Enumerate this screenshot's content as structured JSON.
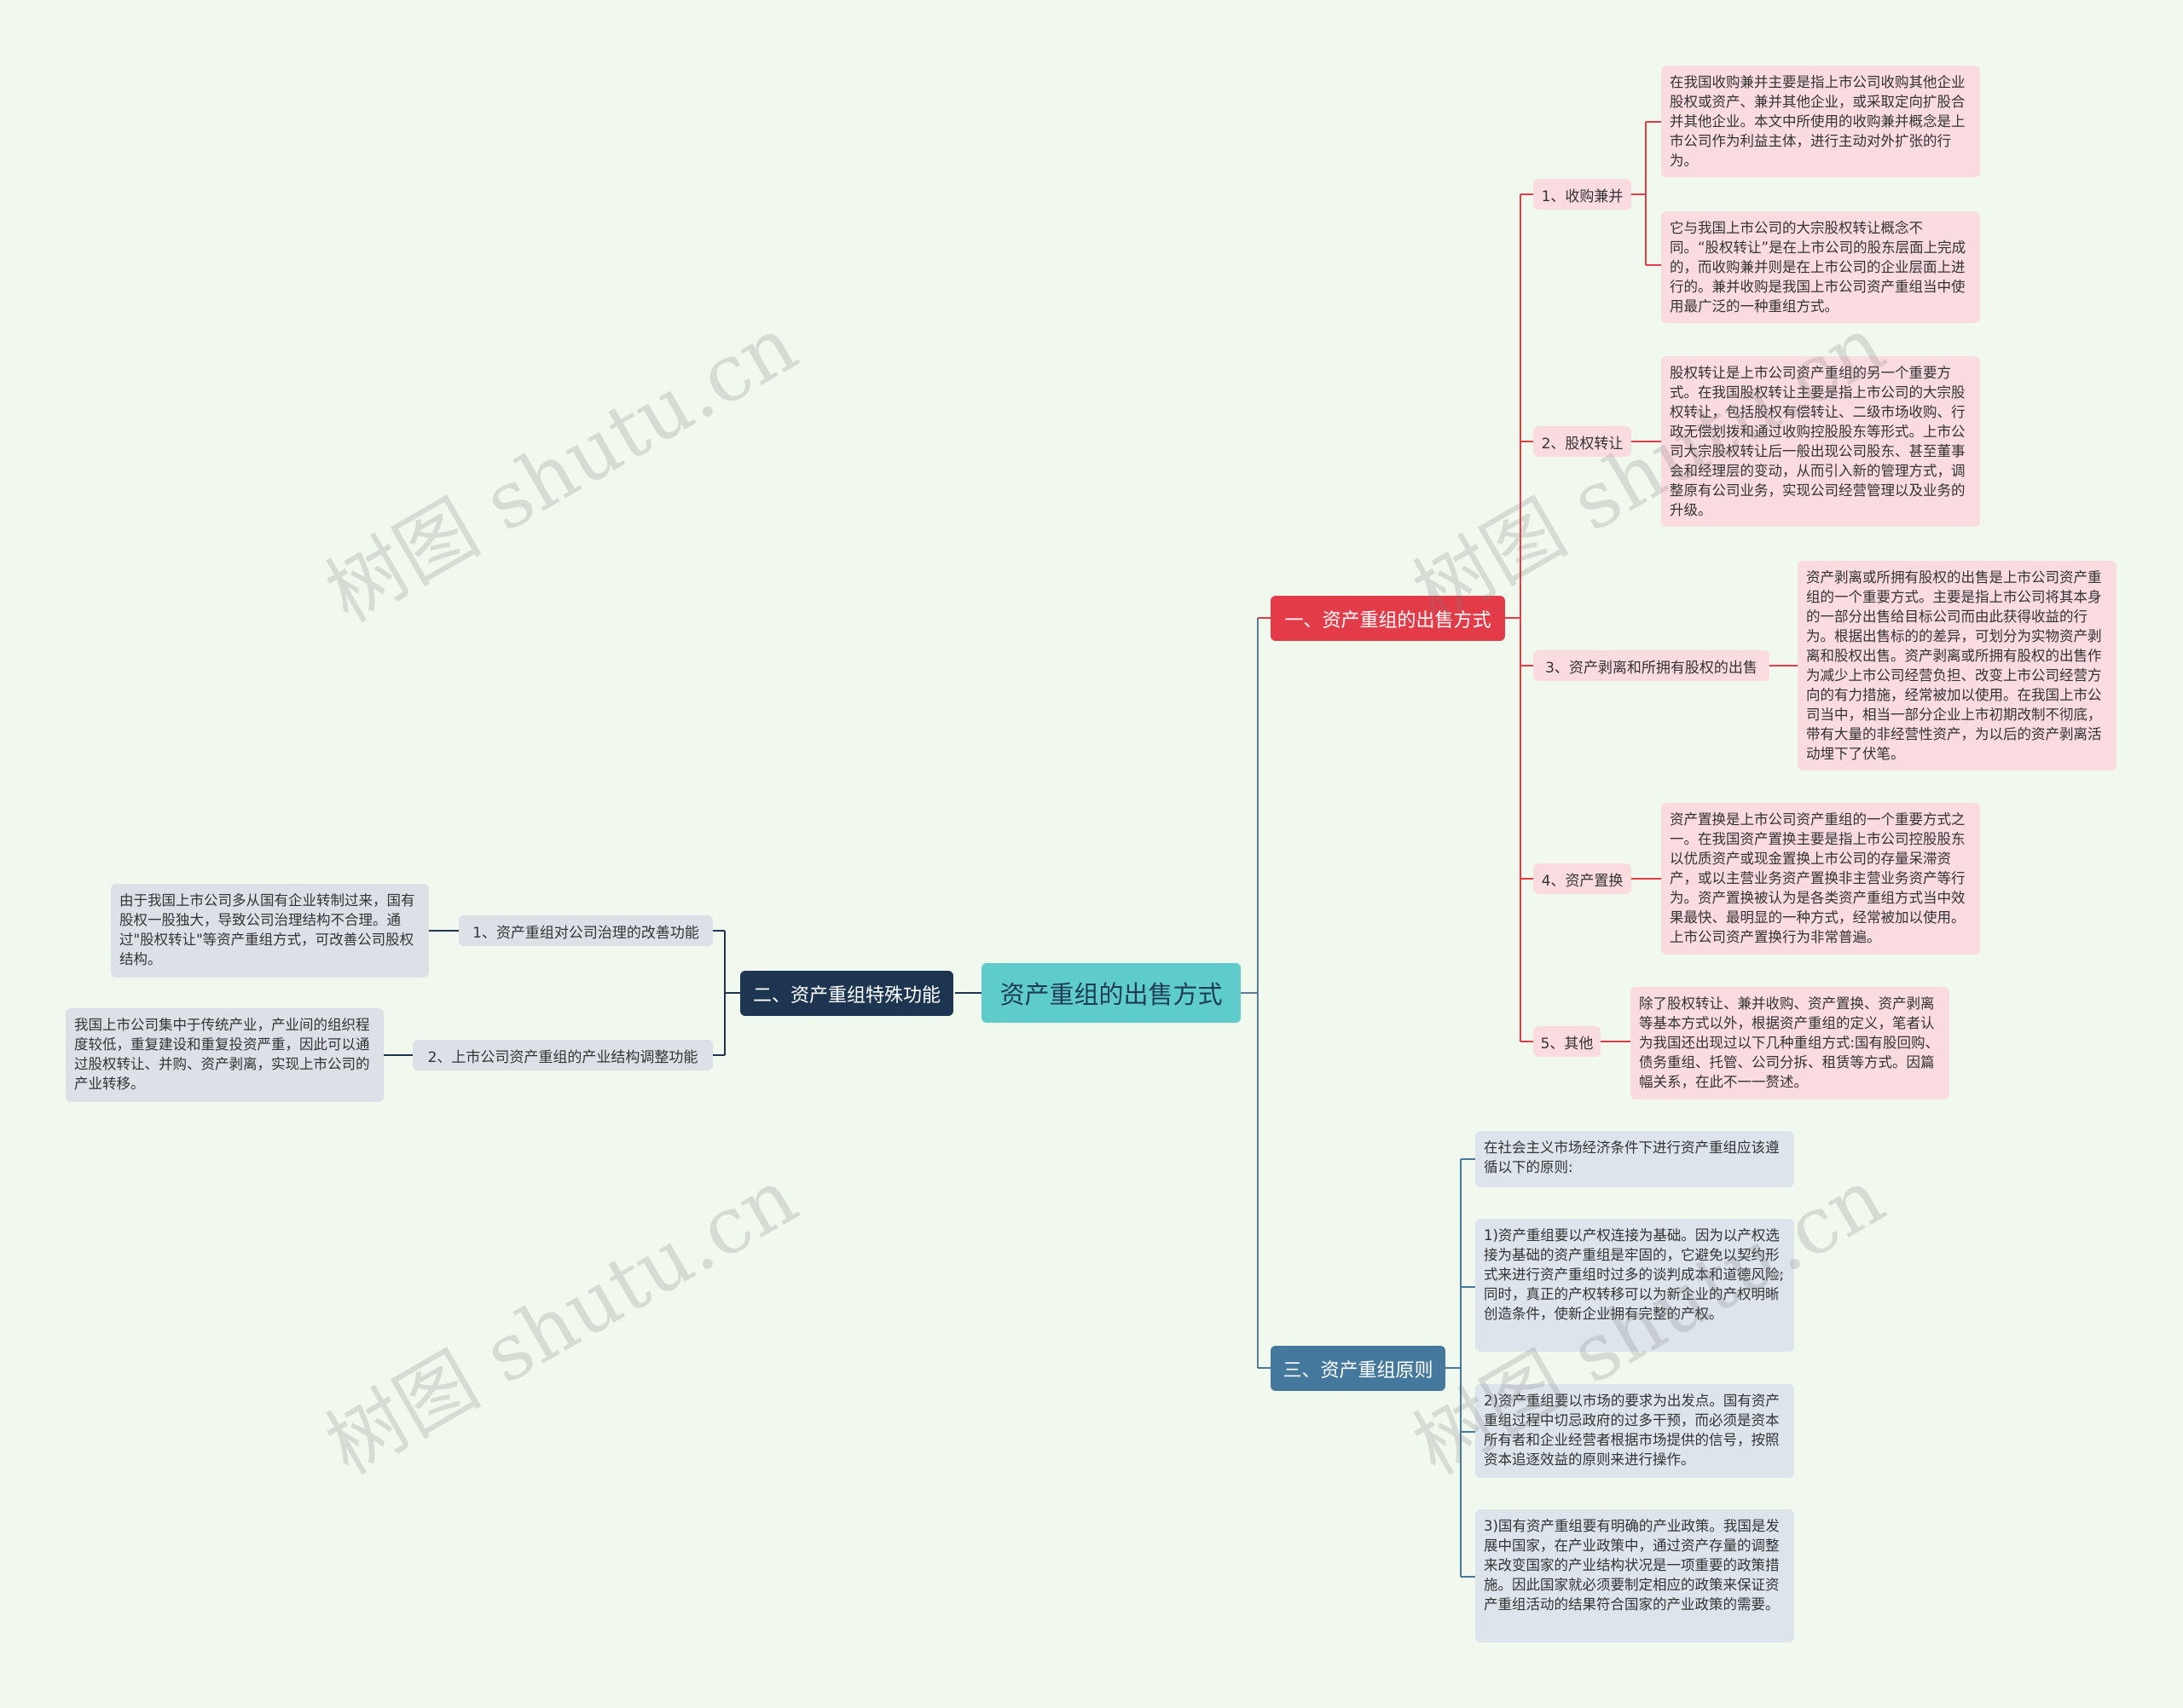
{
  "root": {
    "label": "资产重组的出售方式"
  },
  "branch1": {
    "label": "一、资产重组的出售方式",
    "color": "#e43b48",
    "items": [
      {
        "label": "1、收购兼并",
        "texts": [
          "在我国收购兼并主要是指上市公司收购其他企业股权或资产、兼并其他企业，或采取定向扩股合并其他企业。本文中所使用的收购兼并概念是上市公司作为利益主体，进行主动对外扩张的行为。",
          "它与我国上市公司的大宗股权转让概念不同。“股权转让”是在上市公司的股东层面上完成的，而收购兼并则是在上市公司的企业层面上进行的。兼并收购是我国上市公司资产重组当中使用最广泛的一种重组方式。"
        ]
      },
      {
        "label": "2、股权转让",
        "texts": [
          "股权转让是上市公司资产重组的另一个重要方式。在我国股权转让主要是指上市公司的大宗股权转让，包括股权有偿转让、二级市场收购、行政无偿划拨和通过收购控股股东等形式。上市公司大宗股权转让后一般出现公司股东、甚至董事会和经理层的变动，从而引入新的管理方式，调整原有公司业务，实现公司经营管理以及业务的升级。"
        ]
      },
      {
        "label": "3、资产剥离和所拥有股权的出售",
        "texts": [
          "资产剥离或所拥有股权的出售是上市公司资产重组的一个重要方式。主要是指上市公司将其本身的一部分出售给目标公司而由此获得收益的行为。根据出售标的的差异，可划分为实物资产剥离和股权出售。资产剥离或所拥有股权的出售作为减少上市公司经营负担、改变上市公司经营方向的有力措施，经常被加以使用。在我国上市公司当中，相当一部分企业上市初期改制不彻底，带有大量的非经营性资产，为以后的资产剥离活动埋下了伏笔。"
        ]
      },
      {
        "label": "4、资产置换",
        "texts": [
          "资产置换是上市公司资产重组的一个重要方式之一。在我国资产置换主要是指上市公司控股股东以优质资产或现金置换上市公司的存量呆滞资产，或以主营业务资产置换非主营业务资产等行为。资产置换被认为是各类资产重组方式当中效果最快、最明显的一种方式，经常被加以使用。上市公司资产置换行为非常普遍。"
        ]
      },
      {
        "label": "5、其他",
        "texts": [
          "除了股权转让、兼并收购、资产置换、资产剥离等基本方式以外，根据资产重组的定义，笔者认为我国还出现过以下几种重组方式:国有股回购、债务重组、托管、公司分拆、租赁等方式。因篇幅关系，在此不一一赘述。"
        ]
      }
    ]
  },
  "branch2": {
    "label": "二、资产重组特殊功能",
    "color": "#1e3552",
    "items": [
      {
        "label": "1、资产重组对公司治理的改善功能",
        "texts": [
          "由于我国上市公司多从国有企业转制过来，国有股权一股独大，导致公司治理结构不合理。通过\"股权转让\"等资产重组方式，可改善公司股权结构。"
        ]
      },
      {
        "label": "2、上市公司资产重组的产业结构调整功能",
        "texts": [
          "我国上市公司集中于传统产业，产业间的组织程度较低，重复建设和重复投资严重，因此可以通过股权转让、并购、资产剥离，实现上市公司的产业转移。"
        ]
      }
    ]
  },
  "branch3": {
    "label": "三、资产重组原则",
    "color": "#44789c",
    "texts": [
      "在社会主义市场经济条件下进行资产重组应该遵循以下的原则:",
      "1)资产重组要以产权连接为基础。因为以产权选接为基础的资产重组是牢固的，它避免以契约形式来进行资产重组时过多的谈判成本和道德风险;同时，真正的产权转移可以为新企业的产权明晰创造条件，使新企业拥有完整的产权。",
      "2)资产重组要以市场的要求为出发点。国有资产重组过程中切忌政府的过多干预，而必须是资本所有者和企业经营者根据市场提供的信号，按照资本追逐效益的原则来进行操作。",
      "3)国有资产重组要有明确的产业政策。我国是发展中国家，在产业政策中，通过资产存量的调整来改变国家的产业结构状况是一项重要的政策措施。因此国家就必须要制定相应的政策来保证资产重组活动的结果符合国家的产业政策的需要。"
    ]
  },
  "watermark": "树图 shutu.cn"
}
